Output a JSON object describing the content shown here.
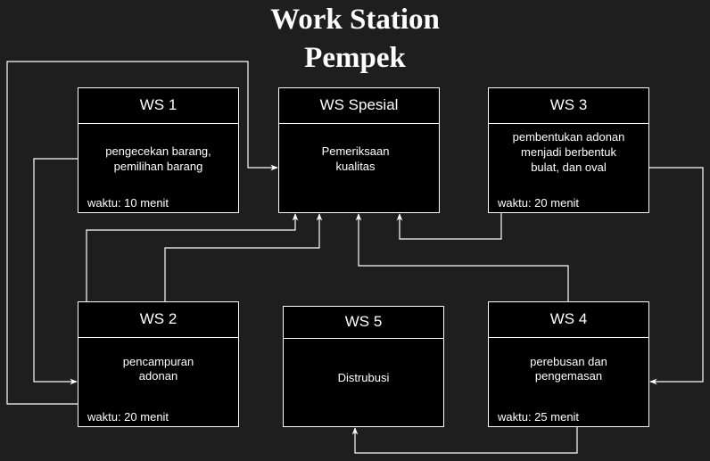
{
  "title": {
    "line1": "Work Station",
    "line2": "Pempek"
  },
  "stations": {
    "ws1": {
      "name": "WS 1",
      "desc1": "pengecekan barang,",
      "desc2": "pemilihan barang",
      "time": "waktu: 10 menit"
    },
    "wsspesial": {
      "name": "WS Spesial",
      "desc1": "Pemeriksaan",
      "desc2": "kualitas"
    },
    "ws3": {
      "name": "WS 3",
      "desc1": "pembentukan adonan",
      "desc2": "menjadi berbentuk",
      "desc3": "bulat, dan oval",
      "time": "waktu: 20 menit"
    },
    "ws2": {
      "name": "WS 2",
      "desc1": "pencampuran",
      "desc2": "adonan",
      "time": "waktu: 20 menit"
    },
    "ws5": {
      "name": "WS 5",
      "desc1": "Distrubusi"
    },
    "ws4": {
      "name": "WS 4",
      "desc1": "perebusan dan",
      "desc2": "pengemasan",
      "time": "waktu: 25 menit"
    }
  },
  "colors": {
    "background": "#1e1e1e",
    "box": "#000000",
    "line": "#ffffff"
  }
}
